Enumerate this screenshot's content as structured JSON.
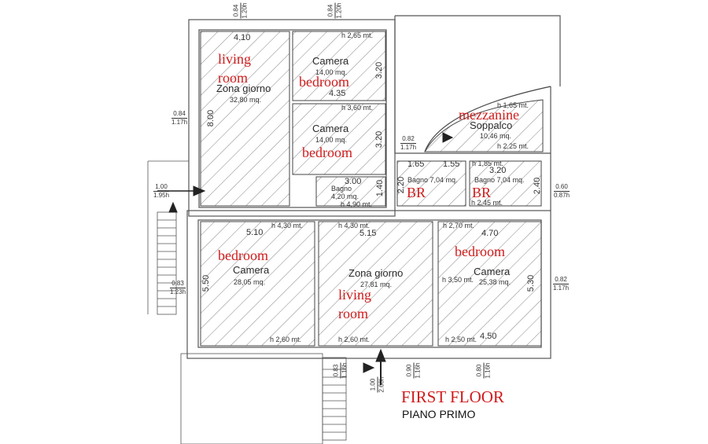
{
  "title": {
    "english": "FIRST FLOOR",
    "italian": "PIANO PRIMO"
  },
  "upper": {
    "living": {
      "en1": "living",
      "en2": "room",
      "name": "Zona giorno",
      "area": "32,80 mq.",
      "width": "4.10",
      "length": "8.00"
    },
    "bed1": {
      "en": "bedroom",
      "name": "Camera",
      "area": "14,00 mq.",
      "width": "4.35",
      "depth": "3.20",
      "height": "h 2,65 mt."
    },
    "bed2": {
      "en": "bedroom",
      "name": "Camera",
      "area": "14,00 mq.",
      "depth": "3.20",
      "height": "h 3,60 mt."
    },
    "bath": {
      "name": "Bagno",
      "area": "4,20 mq.",
      "width": "3.00",
      "depth": "1.40",
      "height": "h 4,90 mt."
    },
    "mezz": {
      "en": "mezzanine",
      "name": "Soppalco",
      "area": "10,46 mq.",
      "h1": "h 1,65 mt.",
      "h2": "h 2,25 mt."
    },
    "bath1": {
      "en": "BR",
      "name": "Bagno 7,04 mq.",
      "w1": "1.65",
      "w2": "1.55",
      "depth": "2.20"
    },
    "bath2": {
      "en": "BR",
      "name": "Bagno 7,04 mq.",
      "width": "3.20",
      "depth": "2.40",
      "h1": "h 1,85 mt.",
      "h2": "h 2,45 mt."
    }
  },
  "lower": {
    "bedL": {
      "en": "bedroom",
      "name": "Camera",
      "area": "28,05 mq.",
      "width": "5.10",
      "depth": "5.50",
      "h1": "h 4,30 mt.",
      "h2": "h 2,60 mt."
    },
    "living": {
      "en1": "living",
      "en2": "room",
      "name": "Zona giorno",
      "area": "27,81 mq.",
      "width": "5.15",
      "h1": "h 4,30 mt.",
      "h2": "h 2,60 mt."
    },
    "bedR": {
      "en": "bedroom",
      "name": "Camera",
      "area": "25,38 mq.",
      "width": "4.70",
      "width2": "4.50",
      "depth": "5.30",
      "h1": "h 2,70 mt.",
      "h2": "h 3,50 mt.",
      "h3": "h 2,50 mt."
    }
  },
  "windows": [
    {
      "w": "0.84",
      "h": "1.20h"
    },
    {
      "w": "0.84",
      "h": "1.20h"
    },
    {
      "w": "0.84",
      "h": "1.17h"
    },
    {
      "w": "1.00",
      "h": "1.95h"
    },
    {
      "w": "0.82",
      "h": "1.17h"
    },
    {
      "w": "0.60",
      "h": "0.87h"
    },
    {
      "w": "0.83",
      "h": "1.23h"
    },
    {
      "w": "0.82",
      "h": "1.17h"
    },
    {
      "w": "0.83",
      "h": "1.16h"
    },
    {
      "w": "1.00",
      "h": "2.60h"
    },
    {
      "w": "0.90",
      "h": "1.16h"
    },
    {
      "w": "0.80",
      "h": "1.16h"
    }
  ],
  "colors": {
    "label_red": "#d01c1c",
    "wall": "#555555",
    "hatch": "#666666"
  }
}
